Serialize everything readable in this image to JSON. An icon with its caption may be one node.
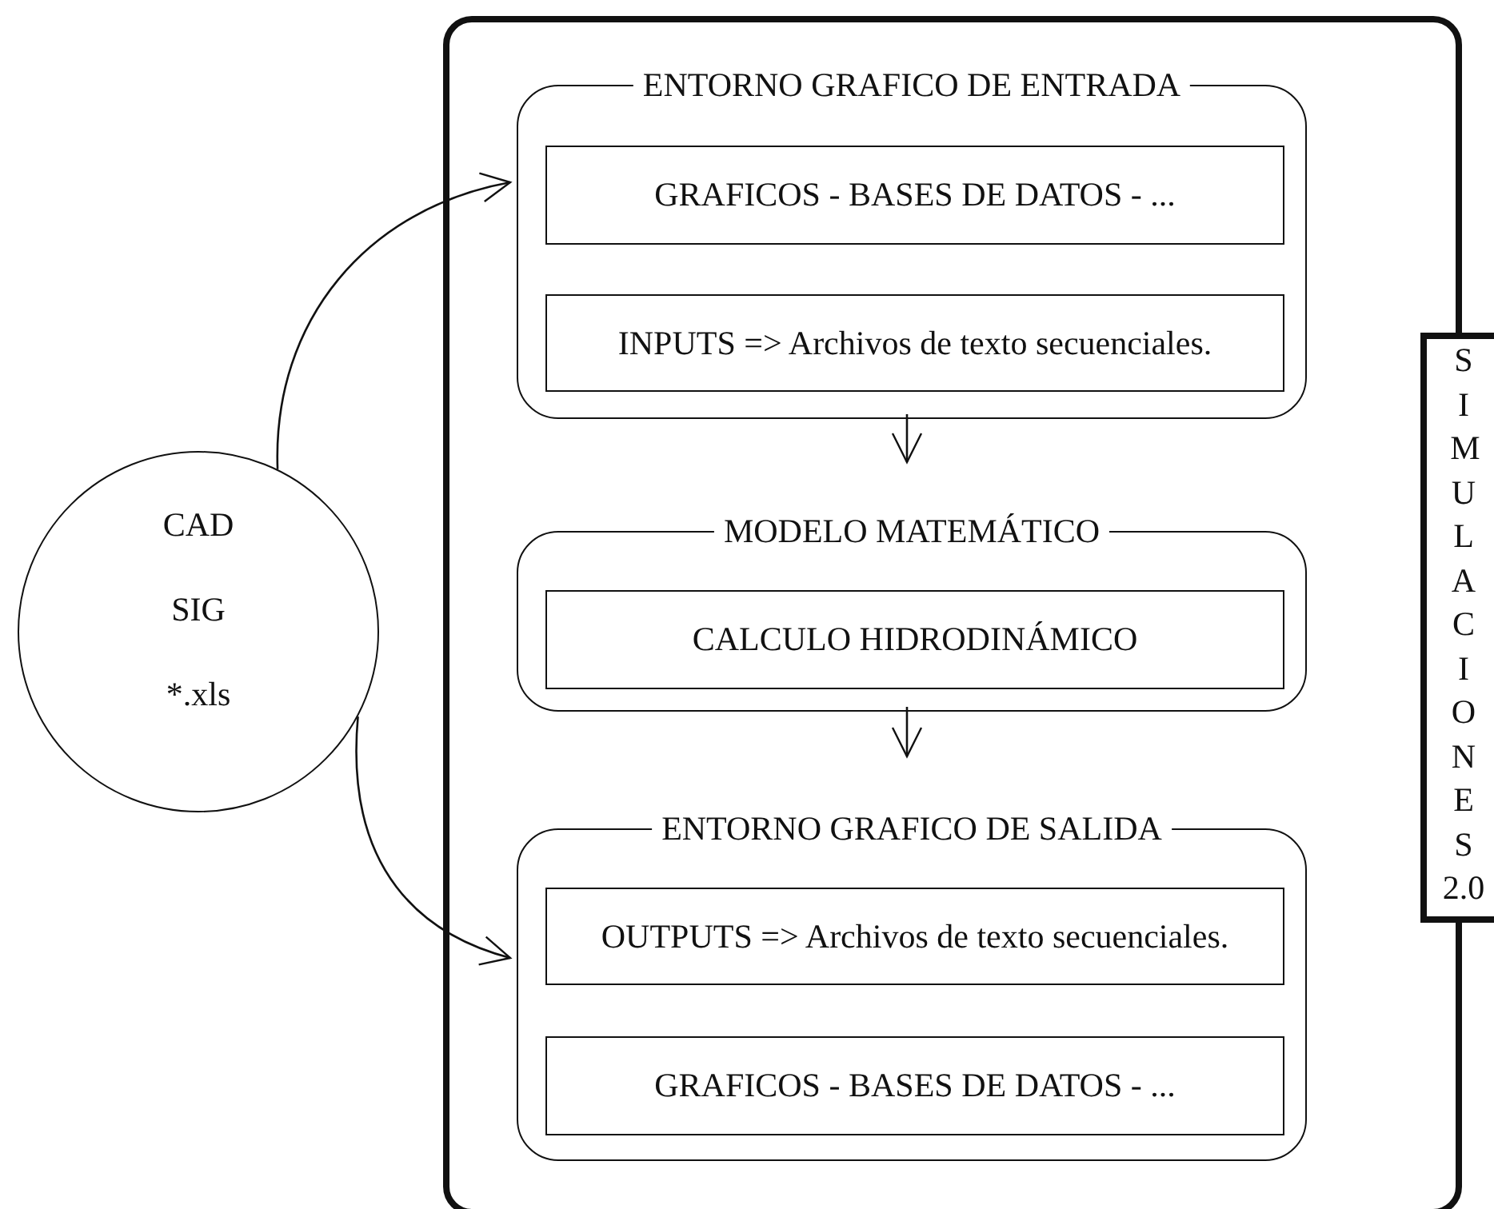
{
  "diagram": {
    "nodes": [
      {
        "text": [],
        "shape": "box"
      },
      {
        "text": [
          "ENTORNO GRAFICO DE ENTRADA"
        ],
        "in": 0
      },
      {
        "text": [
          "GRAFICOS - BASES DE DATOS - ..."
        ],
        "in": 1
      },
      {
        "text": [
          "INPUTS  => Archivos de texto secuenciales."
        ],
        "in": 1
      },
      {
        "text": [
          "MODELO MATEMÁTICO"
        ],
        "in": 0
      },
      {
        "text": [
          "CALCULO HIDRODINÁMICO"
        ],
        "in": 4
      },
      {
        "text": [
          "ENTORNO GRAFICO DE SALIDA"
        ],
        "in": 0
      },
      {
        "text": [
          "OUTPUTS  => Archivos de texto secuenciales."
        ],
        "in": 6
      },
      {
        "text": [
          "GRAFICOS - BASES DE DATOS - ..."
        ],
        "in": 6
      },
      {
        "text": [
          "CAD",
          "SIG",
          "*.xls"
        ]
      },
      {
        "text": [
          "SIMULACIONES",
          "2.0"
        ]
      }
    ],
    "edges": [
      {
        "from": 9,
        "to": 1,
        "arrow": "to"
      },
      {
        "from": 1,
        "to": 4,
        "arrow": "to"
      },
      {
        "from": 4,
        "to": 6,
        "arrow": "to"
      },
      {
        "from": 9,
        "to": 6,
        "arrow": "to"
      }
    ]
  }
}
